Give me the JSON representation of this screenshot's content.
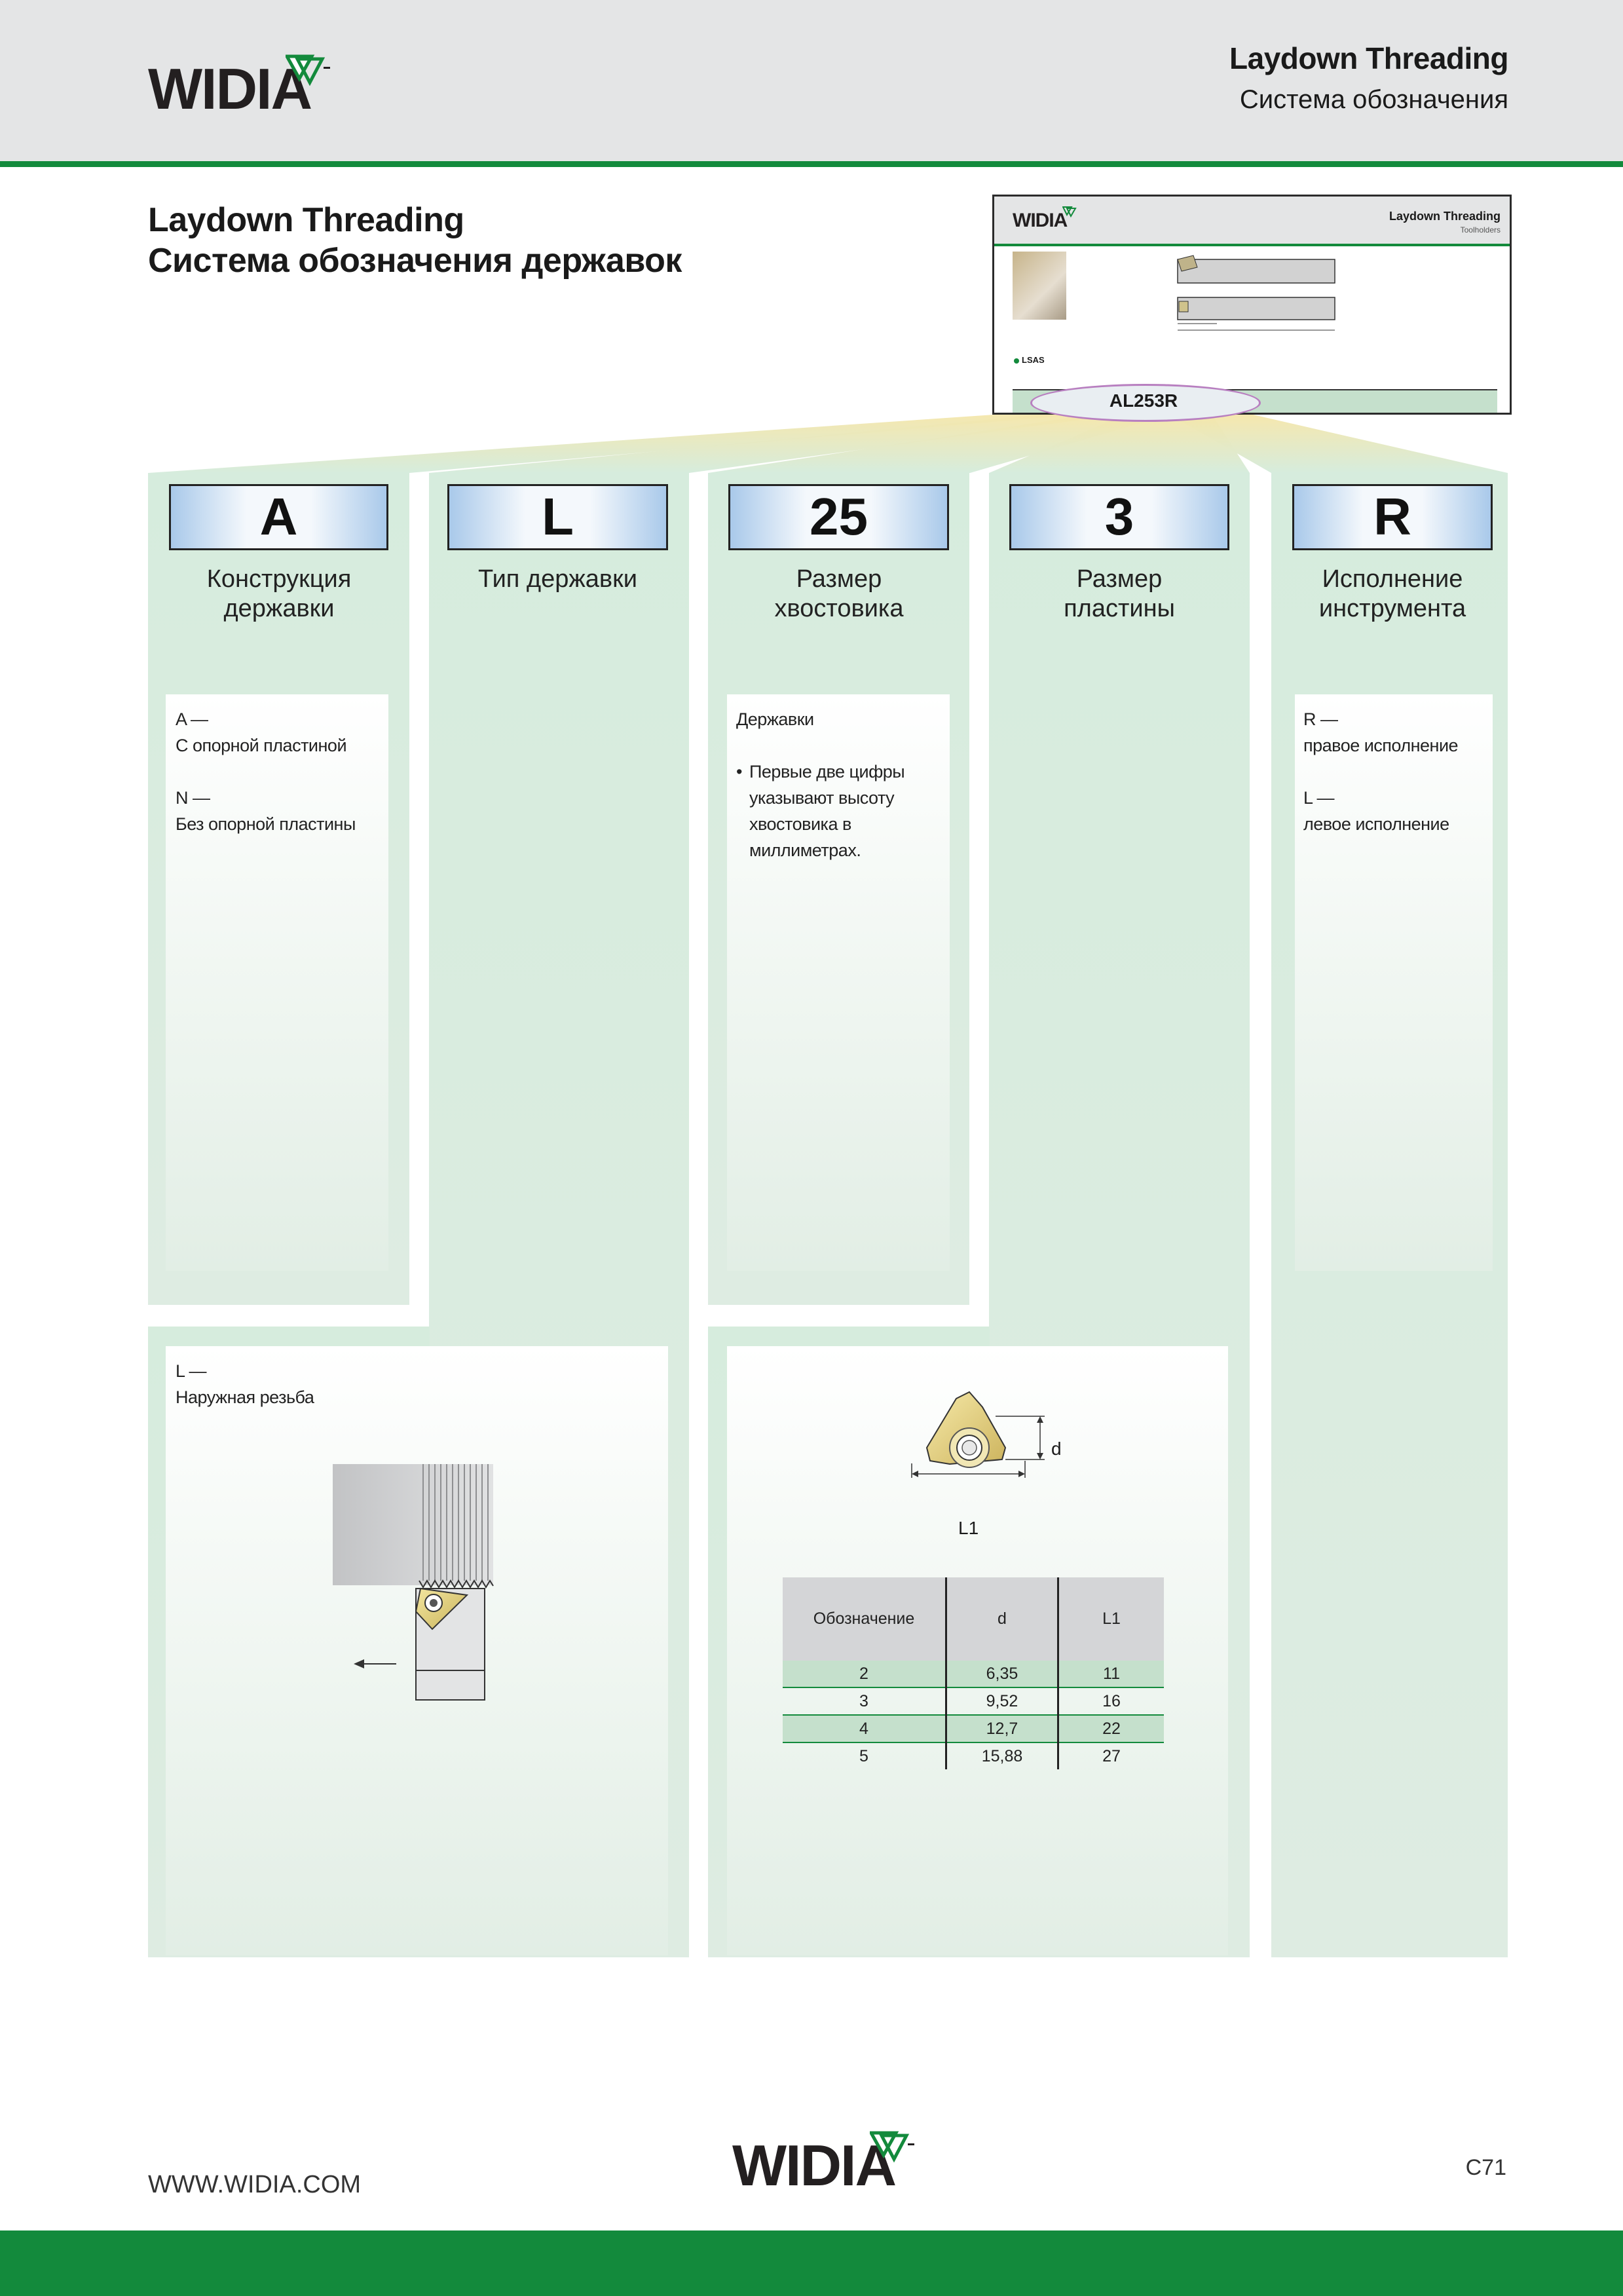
{
  "header": {
    "logo": "WIDIA",
    "title": "Laydown Threading",
    "subtitle": "Система обозначения"
  },
  "page_title": {
    "line1": "Laydown Threading",
    "line2": "Система обозначения державок"
  },
  "thumbnail": {
    "logo": "WIDIA",
    "title": "Laydown Threading",
    "subtitle": "Toolholders",
    "series": "LSAS",
    "code": "AL253R"
  },
  "columns": [
    {
      "code": "A",
      "label": "Конструкция державки"
    },
    {
      "code": "L",
      "label": "Тип державки"
    },
    {
      "code": "25",
      "label": "Размер хвостовика"
    },
    {
      "code": "3",
      "label": "Размер пластины"
    },
    {
      "code": "R",
      "label": "Исполнение инструмента"
    }
  ],
  "col_a": {
    "key1": "A —",
    "val1": "С опорной пластиной",
    "key2": "N —",
    "val2": "Без опорной пластины"
  },
  "col_l": {
    "key": "L —",
    "val": "Наружная резьба"
  },
  "col_25": {
    "heading": "Державки",
    "bullet": "•",
    "line1": "Первые две цифры",
    "line2": "указывают высоту",
    "line3": "хвостовика в",
    "line4": "миллиметрах."
  },
  "col_3": {
    "dim_d": "d",
    "dim_l1": "L1",
    "table": {
      "headers": [
        "Обозначение",
        "d",
        "L1"
      ],
      "rows": [
        [
          "2",
          "6,35",
          "11"
        ],
        [
          "3",
          "9,52",
          "16"
        ],
        [
          "4",
          "12,7",
          "22"
        ],
        [
          "5",
          "15,88",
          "27"
        ]
      ]
    }
  },
  "col_r": {
    "key1": "R —",
    "val1": "правое исполнение",
    "key2": "L —",
    "val2": "левое исполнение"
  },
  "footer": {
    "url": "WWW.WIDIA.COM",
    "logo": "WIDIA",
    "page": "C71"
  },
  "colors": {
    "brand_green": "#138a3c",
    "column_green": "#d6ecdd",
    "header_gray": "#e4e5e6"
  }
}
